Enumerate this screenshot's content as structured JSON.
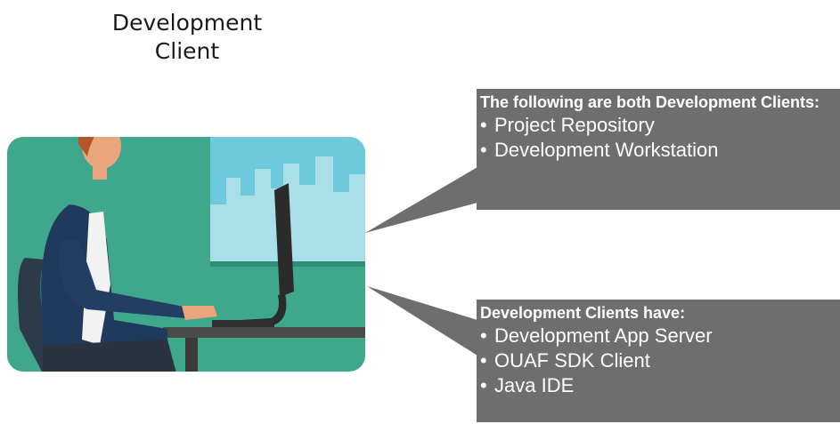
{
  "title": {
    "line1": "Development",
    "line2": "Client"
  },
  "callouts": {
    "top": {
      "heading": "The following are both Development Clients:",
      "items": [
        "Project Repository",
        "Development Workstation"
      ]
    },
    "bottom": {
      "heading": "Development Clients have:",
      "items": [
        "Development App Server",
        "OUAF SDK Client",
        "Java IDE"
      ]
    }
  },
  "colors": {
    "callout_fill": "#6e6e6e",
    "scene_background": "#3fa88c",
    "window_sky": "#6fc9dc"
  }
}
